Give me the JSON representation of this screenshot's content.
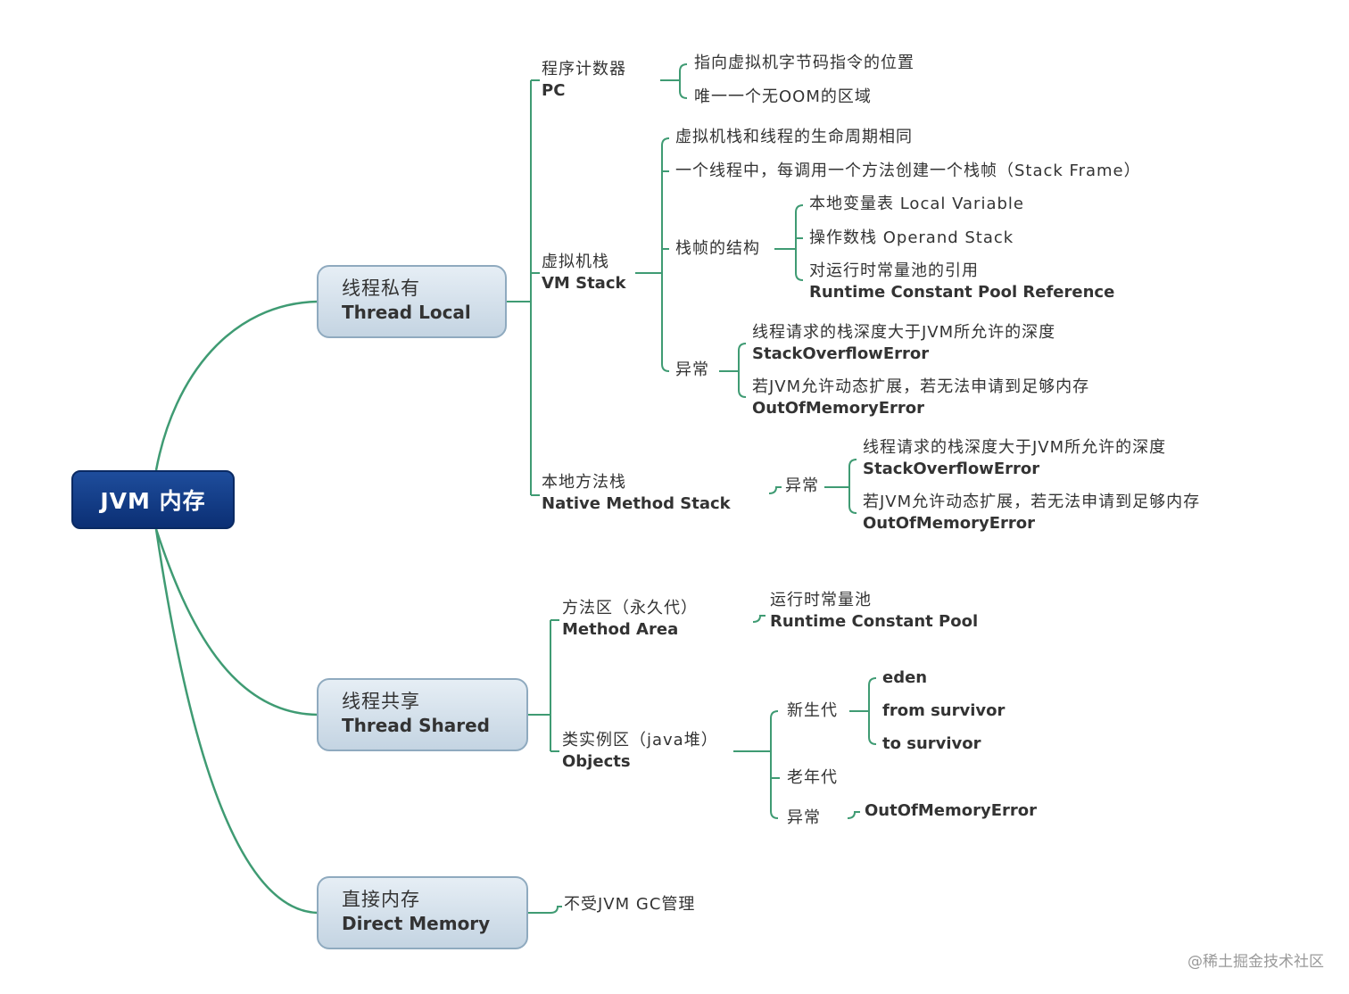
{
  "root": {
    "label": "JVM 内存"
  },
  "thread_local": {
    "zh": "线程私有",
    "en": "Thread Local",
    "pc": {
      "zh": "程序计数器",
      "en": "PC",
      "items": [
        "指向虚拟机字节码指令的位置",
        "唯一一个无OOM的区域"
      ]
    },
    "vm_stack": {
      "zh": "虚拟机栈",
      "en": "VM Stack",
      "same_life": "虚拟机栈和线程的生命周期相同",
      "frame_desc": "一个线程中，每调用一个方法创建一个栈帧（Stack Frame）",
      "frame_struct": {
        "label": "栈帧的结构",
        "local_var": "本地变量表 Local Variable",
        "operand": "操作数栈 Operand Stack",
        "rcp_zh": "对运行时常量池的引用",
        "rcp_en": "Runtime Constant Pool Reference"
      },
      "exception": {
        "label": "异常",
        "so_zh": "线程请求的栈深度大于JVM所允许的深度",
        "so_en": "StackOverflowError",
        "oom_zh": "若JVM允许动态扩展，若无法申请到足够内存",
        "oom_en": "OutOfMemoryError"
      }
    },
    "native_stack": {
      "zh": "本地方法栈",
      "en": "Native Method Stack",
      "exception": {
        "label": "异常",
        "so_zh": "线程请求的栈深度大于JVM所允许的深度",
        "so_en": "StackOverflowError",
        "oom_zh": "若JVM允许动态扩展，若无法申请到足够内存",
        "oom_en": "OutOfMemoryError"
      }
    }
  },
  "thread_shared": {
    "zh": "线程共享",
    "en": "Thread Shared",
    "method_area": {
      "zh": "方法区（永久代）",
      "en": "Method Area",
      "rcp_zh": "运行时常量池",
      "rcp_en": "Runtime Constant Pool"
    },
    "heap": {
      "zh": "类实例区（java堆）",
      "en": "Objects",
      "young": {
        "label": "新生代",
        "items": [
          "eden",
          "from survivor",
          "to survivor"
        ]
      },
      "old": "老年代",
      "exception": {
        "label": "异常",
        "oom": "OutOfMemoryError"
      }
    }
  },
  "direct_memory": {
    "zh": "直接内存",
    "en": "Direct Memory",
    "note": "不受JVM GC管理"
  },
  "watermark": "@稀土掘金技术社区"
}
